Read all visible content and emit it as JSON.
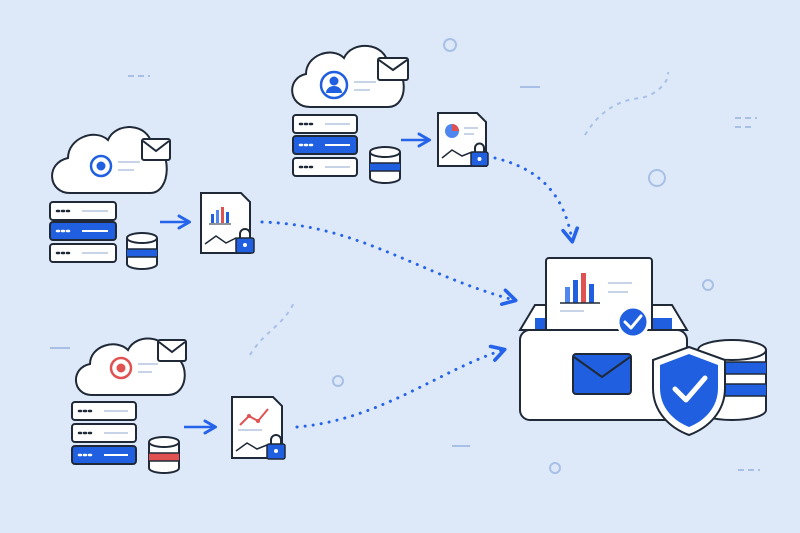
{
  "palette": {
    "background": "#dde9f9",
    "outline": "#1f2937",
    "accent_blue": "#1f5fe0",
    "connector_blue": "#2563eb",
    "accent_red": "#e05252",
    "light_line": "#c7d3e6",
    "white": "#ffffff"
  },
  "sources": [
    {
      "id": "source-1",
      "cloud_icon": "location-pin-icon",
      "cloud_icon_color": "#1f5fe0",
      "mail_icon": "envelope-icon",
      "server_highlight_row": 2,
      "database_band_color": "#1f5fe0",
      "document_icon": "bar-chart-document-icon",
      "lock_icon": "padlock-icon"
    },
    {
      "id": "source-2",
      "cloud_icon": "user-avatar-icon",
      "cloud_icon_color": "#1f5fe0",
      "mail_icon": "envelope-icon",
      "server_highlight_row": 2,
      "database_band_color": "#1f5fe0",
      "document_icon": "pie-chart-document-icon",
      "lock_icon": "padlock-icon"
    },
    {
      "id": "source-3",
      "cloud_icon": "location-pin-icon",
      "cloud_icon_color": "#e05252",
      "mail_icon": "envelope-icon",
      "server_highlight_row": 3,
      "database_band_color": "#e05252",
      "document_icon": "line-chart-document-icon",
      "lock_icon": "padlock-icon"
    }
  ],
  "destination": {
    "container_icon": "inbox-tray-icon",
    "document_icon": "bar-chart-document-icon",
    "check_badge_icon": "check-badge-icon",
    "mail_icon": "envelope-icon",
    "shield_icon": "shield-check-icon",
    "database_icon": "database-icon"
  },
  "connectors": {
    "style": "dotted",
    "arrow_count": 3,
    "inner_arrow_count": 3
  }
}
